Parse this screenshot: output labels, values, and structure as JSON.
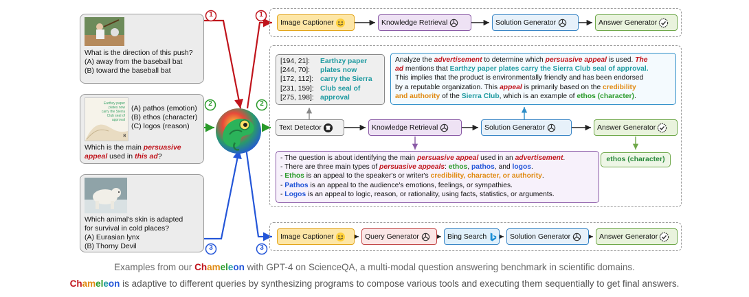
{
  "questions": {
    "q1": {
      "text": [
        "What is the direction of this push?",
        "(A) away from the baseball bat",
        "(B) toward the baseball bat"
      ]
    },
    "q2": {
      "options": [
        "(A) pathos (emotion)",
        "(B) ethos (character)",
        "(C) logos (reason)"
      ],
      "q_pre": "Which is the main ",
      "q_hl1": "persuasive",
      "q_hl2": "appeal",
      "q_mid": " used in ",
      "q_hl3": "this ad",
      "q_end": "?",
      "thumb_text": [
        "Earthzy paper",
        "plates now",
        "carry the Sierra",
        "Club seal of",
        "approval"
      ]
    },
    "q3": {
      "text": [
        "Which animal's skin is adapted",
        "for survival in cold places?",
        "(A) Eurasian lynx",
        "(B) Thorny Devil"
      ]
    }
  },
  "markers": {
    "m1": "1",
    "m2": "2",
    "m3": "3"
  },
  "row1": {
    "tools": [
      "Image Captioner",
      "Knowledge Retrieval",
      "Solution Generator",
      "Answer Generator"
    ]
  },
  "row2": {
    "tools": [
      "Text Detector",
      "Knowledge Retrieval",
      "Solution Generator",
      "Answer Generator"
    ],
    "detector": {
      "coords": [
        "[194, 21]:",
        "[244, 70]:",
        "[172, 112]:",
        "[231, 159]:",
        "[275, 198]:"
      ],
      "texts": [
        "Earthzy paper",
        "plates now",
        "carry the Sierra",
        "Club seal of",
        "approval"
      ]
    },
    "solution": {
      "l1a": "Analyze the ",
      "l1b": "advertisement",
      "l1c": " to determine which ",
      "l1d": "persuasive appeal",
      "l1e": " is used. ",
      "l1f": "The",
      "l2a": "ad",
      "l2b": " mentions that ",
      "l2c": "Earthzy paper plates carry the Sierra Club seal of approval.",
      "l3": "This implies that the product is environmentally friendly and has been endorsed",
      "l4a": "by a reputable organization. This ",
      "l4b": "appeal",
      "l4c": " is primarily based on the ",
      "l4d": "credibility",
      "l5a": "and authority",
      "l5b": " of the ",
      "l5c": "Sierra Club",
      "l5d": ", which is an example of ",
      "l5e": "ethos (character)",
      "l5f": "."
    },
    "knowledge": {
      "k1a": "- The question is about identifying the main ",
      "k1b": "persuasive appeal",
      "k1c": " used in an ",
      "k1d": "advertisement",
      "k1e": ".",
      "k2a": "- There are three main types of ",
      "k2b": "persuasive appeals",
      "k2c": ": ",
      "k2d": "ethos",
      "k2e": ", ",
      "k2f": "pathos",
      "k2g": ", and ",
      "k2h": "logos",
      "k2i": ".",
      "k3a": "- ",
      "k3b": "Ethos",
      "k3c": " is an appeal to the speaker's or writer's ",
      "k3d": "credibility, character, or authority",
      "k3e": ".",
      "k4a": "- ",
      "k4b": "Pathos",
      "k4c": " is an appeal to the audience's emotions, feelings, or sympathies.",
      "k5a": "- ",
      "k5b": "Logos",
      "k5c": " is an appeal to logic, reason, or rationality, using facts, statistics, or arguments."
    },
    "answer": "ethos (character)"
  },
  "row3": {
    "tools": [
      "Image Captioner",
      "Query Generator",
      "Bing Search",
      "Solution Generator",
      "Answer Generator"
    ]
  },
  "caption": {
    "l1a": "Examples from our ",
    "l1b": "Chameleon",
    "l1c": " with GPT-4 on ScienceQA, a multi-modal question answering benchmark in scientific domains.",
    "l2a": "Chameleon",
    "l2b": " is adaptive to different queries by synthesizing programs to compose various tools and executing them sequentially to get final answers.",
    "brand_letters": [
      "Ch",
      "am",
      "el",
      "e",
      "on"
    ]
  },
  "colors": {
    "route1": "#c0141c",
    "route2": "#2a9a2a",
    "route3": "#2456d8",
    "accent_teal": "#1e9aa0",
    "accent_orange": "#e08a12"
  },
  "icons": [
    "baseball-photo",
    "ad-thumbnail",
    "polar-bear-photo",
    "chameleon-logo",
    "hugging-face-icon",
    "openai-icon",
    "github-icon",
    "verify-check-icon",
    "bing-icon"
  ]
}
